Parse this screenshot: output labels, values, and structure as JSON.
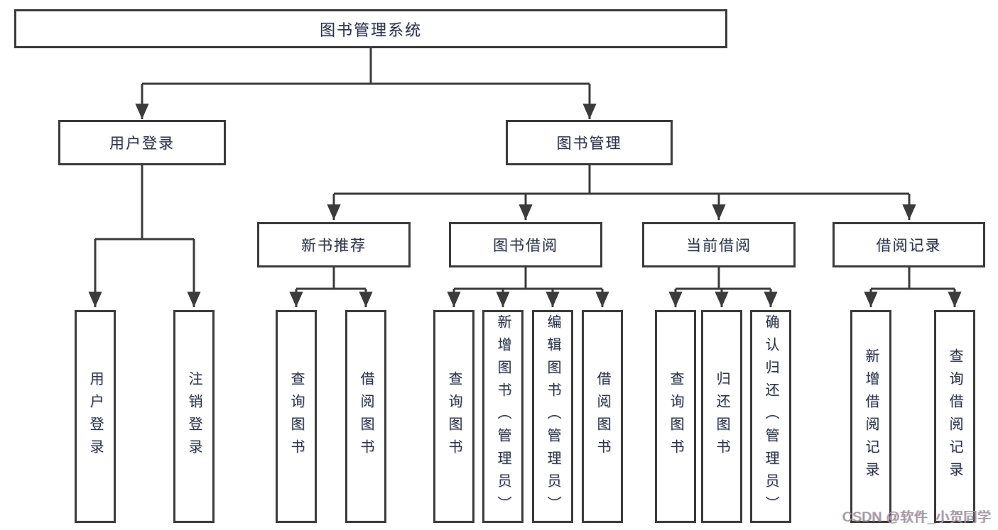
{
  "diagram": {
    "title": "图书管理系统",
    "level2": [
      {
        "label": "用户登录",
        "children": [
          {
            "label": "用户登录"
          },
          {
            "label": "注销登录"
          }
        ]
      },
      {
        "label": "图书管理",
        "children": [
          {
            "label": "新书推荐",
            "children": [
              {
                "label": "查询图书"
              },
              {
                "label": "借阅图书"
              }
            ]
          },
          {
            "label": "图书借阅",
            "children": [
              {
                "label": "查询图书"
              },
              {
                "label": "新增图书（管理员）"
              },
              {
                "label": "编辑图书（管理员）"
              },
              {
                "label": "借阅图书"
              }
            ]
          },
          {
            "label": "当前借阅",
            "children": [
              {
                "label": "查询图书"
              },
              {
                "label": "归还图书"
              },
              {
                "label": "确认归还（管理员）"
              }
            ]
          },
          {
            "label": "借阅记录",
            "children": [
              {
                "label": "新增借阅记录"
              },
              {
                "label": "查询借阅记录"
              }
            ]
          }
        ]
      }
    ]
  },
  "watermark": {
    "text": "CSDN @软件_小贺同学"
  },
  "colors": {
    "line": "#3b3b3b",
    "text": "#333640",
    "background": "#ffffff",
    "watermark": "#9c9c9c"
  }
}
